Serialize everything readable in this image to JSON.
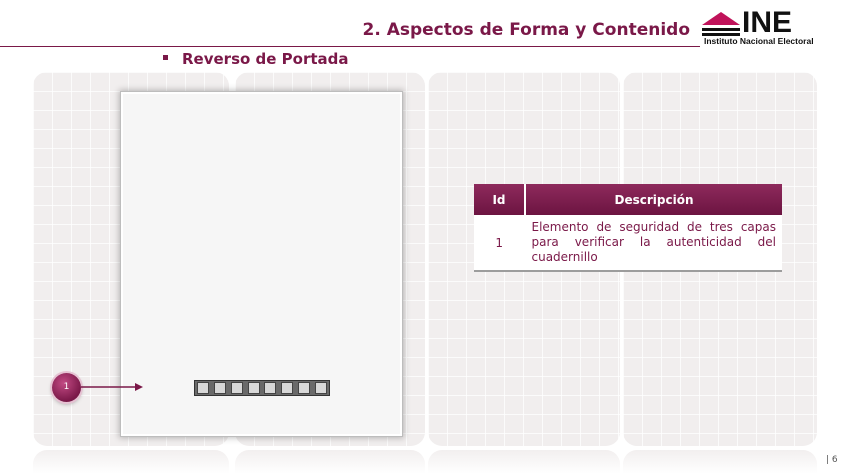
{
  "header": {
    "title": "2. Aspectos de Forma y Contenido",
    "accent_color": "#7a1848"
  },
  "logo": {
    "word": "INE",
    "subtitle": "Instituto Nacional Electoral"
  },
  "section": {
    "bullet_label": "Reverso de Portada"
  },
  "annotation": {
    "marker_label": "1"
  },
  "table": {
    "headers": [
      "Id",
      "Descripción"
    ],
    "rows": [
      {
        "id": "1",
        "description": "Elemento de seguridad de tres capas para verificar la autenticidad del cuadernillo"
      }
    ]
  },
  "footer": {
    "page_number": "| 6"
  }
}
